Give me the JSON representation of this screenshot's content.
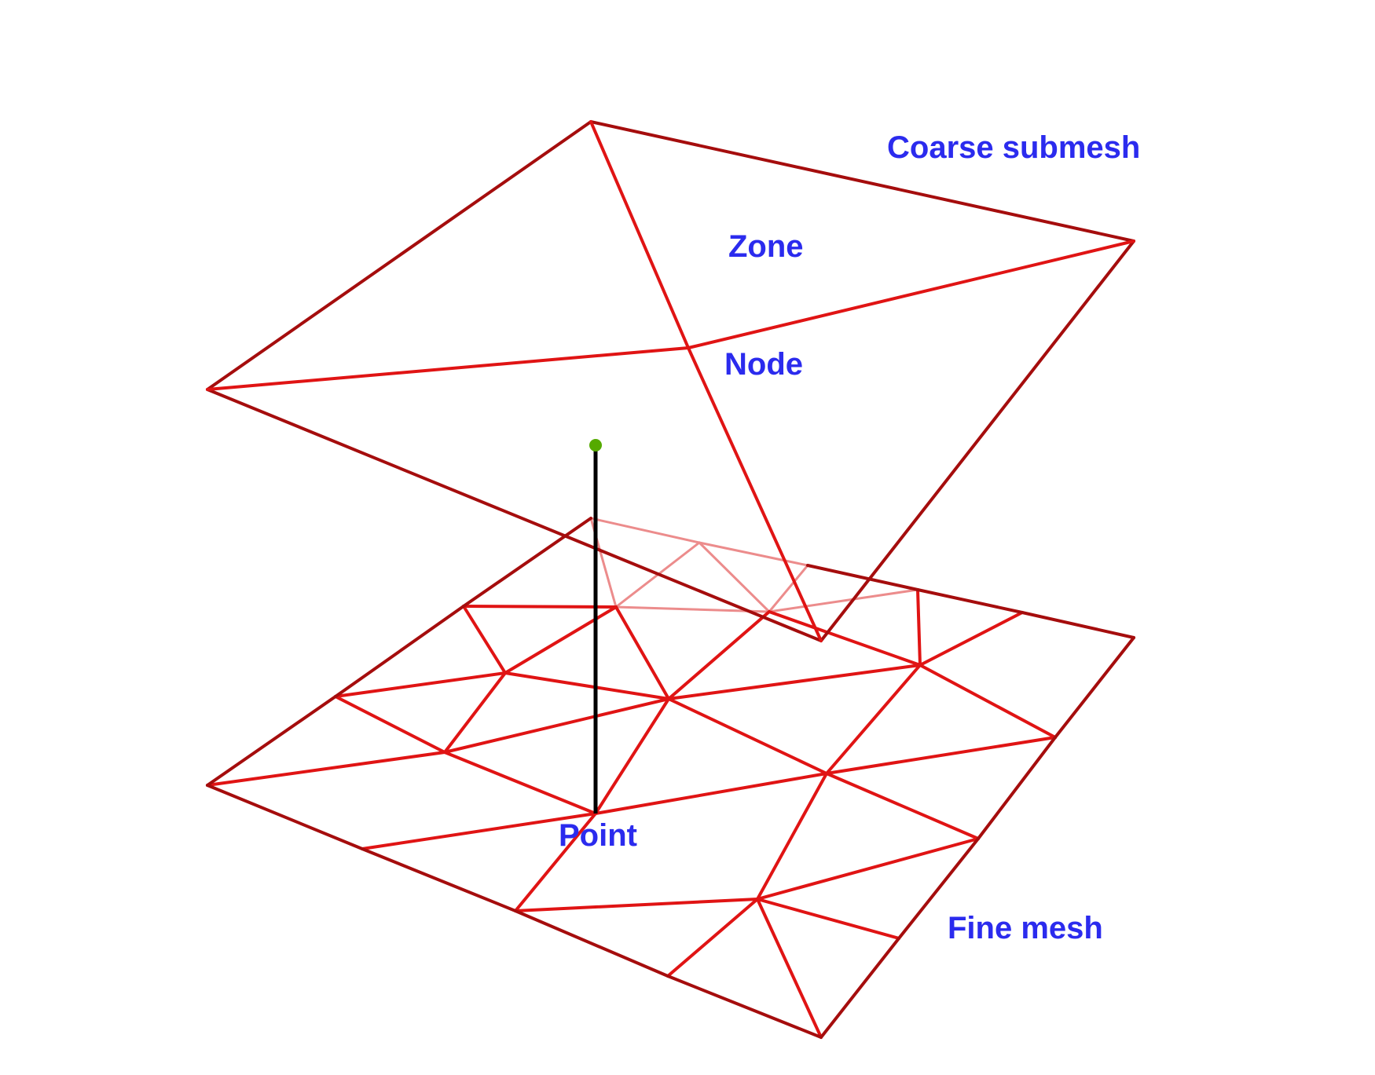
{
  "labels": {
    "coarse_submesh": "Coarse submesh",
    "zone": "Zone",
    "node": "Node",
    "point": "Point",
    "fine_mesh": "Fine mesh"
  },
  "colors": {
    "label": "#2b2bee",
    "edge_dark": "#a50d0d",
    "edge": "#e01414",
    "edge_faded": "#ec8c8c",
    "probe_line": "#000000",
    "probe_point": "#55aa00"
  }
}
